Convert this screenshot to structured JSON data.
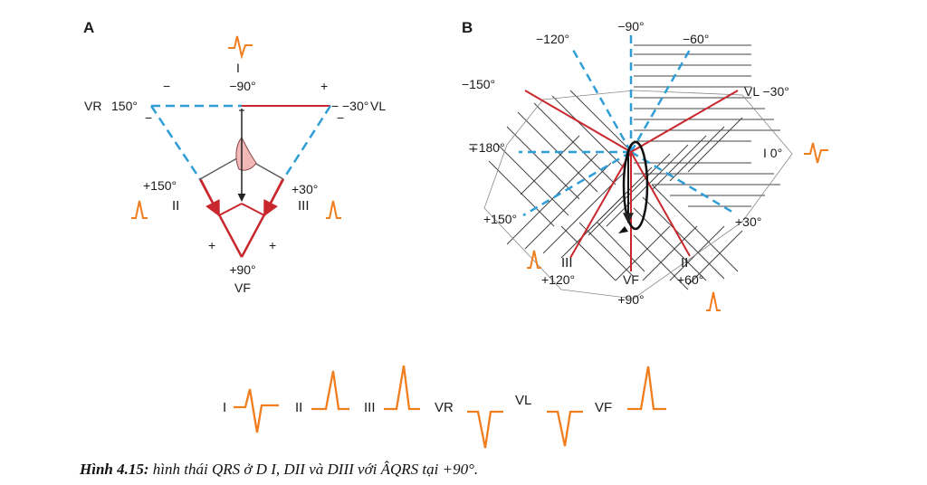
{
  "panel_a": {
    "letter": "A",
    "leads": {
      "i": "I",
      "ii": "II",
      "iii": "III",
      "vr": "VR",
      "vl": "VL",
      "vf": "VF"
    },
    "angles": {
      "top": "−90°",
      "vr": "150°",
      "vl": "−30°",
      "left": "+150°",
      "right": "+30°",
      "bottom": "+90°"
    },
    "signs": {
      "minus": "−",
      "plus": "+"
    }
  },
  "panel_b": {
    "letter": "B",
    "angles": {
      "m90": "−90°",
      "m120": "−120°",
      "m60": "−60°",
      "m150": "−150°",
      "vl": "VL −30°",
      "i0": "I  0°",
      "pm180": "∓180°",
      "p150": "+150°",
      "p30": "+30°",
      "p120": "+120°",
      "p90": "+90°",
      "p60": "+60°"
    },
    "leads": {
      "iii": "III",
      "vf": "VF",
      "ii": "II"
    }
  },
  "qrs_row": {
    "labels": [
      "I",
      "II",
      "III",
      "VR",
      "VL",
      "VF"
    ]
  },
  "caption": {
    "title": "Hình 4.15:",
    "text": " hình thái QRS ở D I, DII và DIII với ÂQRS tại +90°."
  },
  "colors": {
    "red": "#c8282d",
    "blue": "#2f9ed6",
    "orange": "#f07d1e",
    "dark": "#3a3a3a",
    "heart_fill": "#f2b8b8"
  }
}
